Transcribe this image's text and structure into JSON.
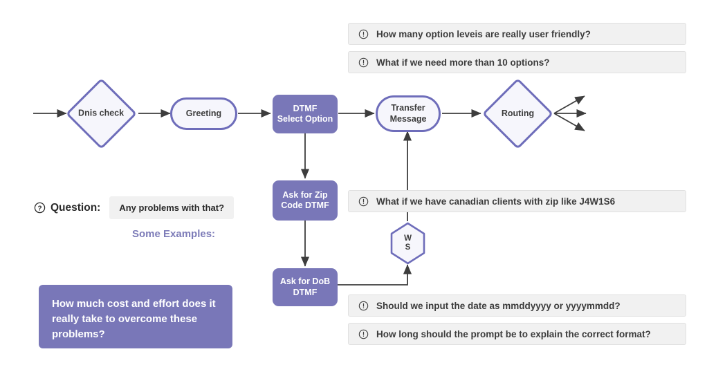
{
  "flow": {
    "nodes": [
      {
        "id": "dnis",
        "label": "Dnis check",
        "shape": "diamond"
      },
      {
        "id": "greeting",
        "label": "Greeting",
        "shape": "pill"
      },
      {
        "id": "dtmf",
        "label": "DTMF\nSelect Option",
        "shape": "process"
      },
      {
        "id": "transfer",
        "label": "Transfer\nMessage",
        "shape": "pill"
      },
      {
        "id": "routing",
        "label": "Routing",
        "shape": "diamond"
      },
      {
        "id": "zip",
        "label": "Ask for Zip\nCode DTMF",
        "shape": "process"
      },
      {
        "id": "dob",
        "label": "Ask for DoB\nDTMF",
        "shape": "process"
      },
      {
        "id": "ws",
        "label": "W\nS",
        "shape": "hexagon"
      }
    ],
    "node_labels": {
      "dnis": "Dnis check",
      "greeting": "Greeting",
      "dtmf_line1": "DTMF",
      "dtmf_line2": "Select Option",
      "transfer_line1": "Transfer",
      "transfer_line2": "Message",
      "routing": "Routing",
      "zip_line1": "Ask for Zip",
      "zip_line2": "Code DTMF",
      "dob_line1": "Ask for DoB",
      "dob_line2": "DTMF",
      "ws_line1": "W",
      "ws_line2": "S"
    }
  },
  "banners": [
    {
      "id": "b1",
      "text": "How many option leveis are really user friendly?"
    },
    {
      "id": "b2",
      "text": "What if we need more than 10 options?"
    },
    {
      "id": "b3",
      "text": "What if we have canadian clients with zip like J4W1S6"
    },
    {
      "id": "b4",
      "text": "Should we input the date as mmddyyyy or yyyymmdd?"
    },
    {
      "id": "b5",
      "text": "How long should the prompt be to explain the correct format?"
    }
  ],
  "question_block": {
    "label": "Question:",
    "answer": "Any problems with that?",
    "examples_label": "Some Examples:"
  },
  "callout": {
    "text": "How much cost and effort does it really take to overcome these problems?"
  },
  "icons": {
    "exclamation_circle": "exclamation-circle-icon",
    "question_circle": "question-circle-icon"
  },
  "colors": {
    "node_purple_fill": "#7977b8",
    "node_outline": "#6e6dba",
    "node_light_fill": "#f6f6fc",
    "banner_bg": "#f1f1f1",
    "accent_text": "#7d7cb8",
    "connector": "#3d3d3d",
    "page_bg": "#ffffff"
  }
}
